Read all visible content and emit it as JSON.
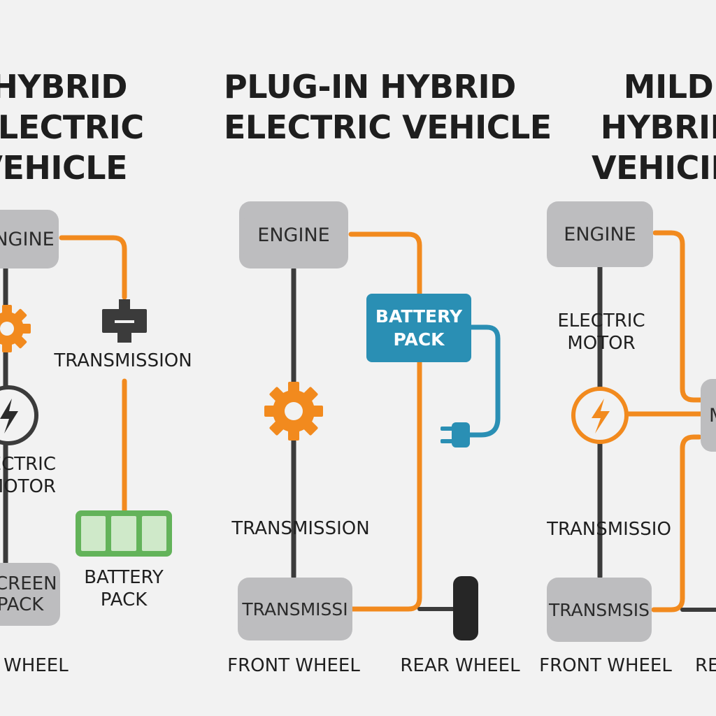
{
  "colors": {
    "background": "#f2f2f2",
    "box": "#bdbdbf",
    "drive_line": "#3b3b3b",
    "power_line": "#f28a1e",
    "battery_blue": "#2a8fb4",
    "battery_green": "#63b35a",
    "text": "#1e1e1e"
  },
  "panels": [
    {
      "title_lines": [
        "HYBRID",
        "ELECTRIC",
        "VEHICLE"
      ],
      "engine": "ENGINE",
      "transmission_label": "TRANSMISSION",
      "motor_label_lines": [
        "ELECTRIC",
        "MOTOR"
      ],
      "battery_label_lines": [
        "BATTERY",
        "PACK"
      ],
      "bottom_box_lines": [
        "SCREEN",
        "PACK"
      ],
      "wheel_label": "FRONT WHEEL",
      "icons": [
        "gear-icon",
        "lightning-icon",
        "plug-connector-icon",
        "battery-cells-icon"
      ]
    },
    {
      "title_lines": [
        "PLUG-IN HYBRID",
        "ELECTRIC VEHICLE"
      ],
      "engine": "ENGINE",
      "battery_lines": [
        "BATTERY",
        "PACK"
      ],
      "transmission_label": "TRANSMISSION",
      "transmission_box": "TRANSMISSI",
      "front_wheel": "FRONT WHEEL",
      "rear_wheel": "REAR WHEEL",
      "icons": [
        "gear-icon",
        "charging-plug-icon",
        "wheel-icon"
      ]
    },
    {
      "title_lines": [
        "MILD",
        "HYBRID",
        "VEHICILE"
      ],
      "engine": "ENGINE",
      "motor_label_lines": [
        "ELECTRIC",
        "MOTOR"
      ],
      "side_box": "M",
      "transmission_label": "TRANSMISSIO",
      "transmission_box": "TRANSMSIS",
      "front_wheel": "FRONT WHEEL",
      "rear_wheel": "RE",
      "icons": [
        "lightning-icon"
      ]
    }
  ]
}
